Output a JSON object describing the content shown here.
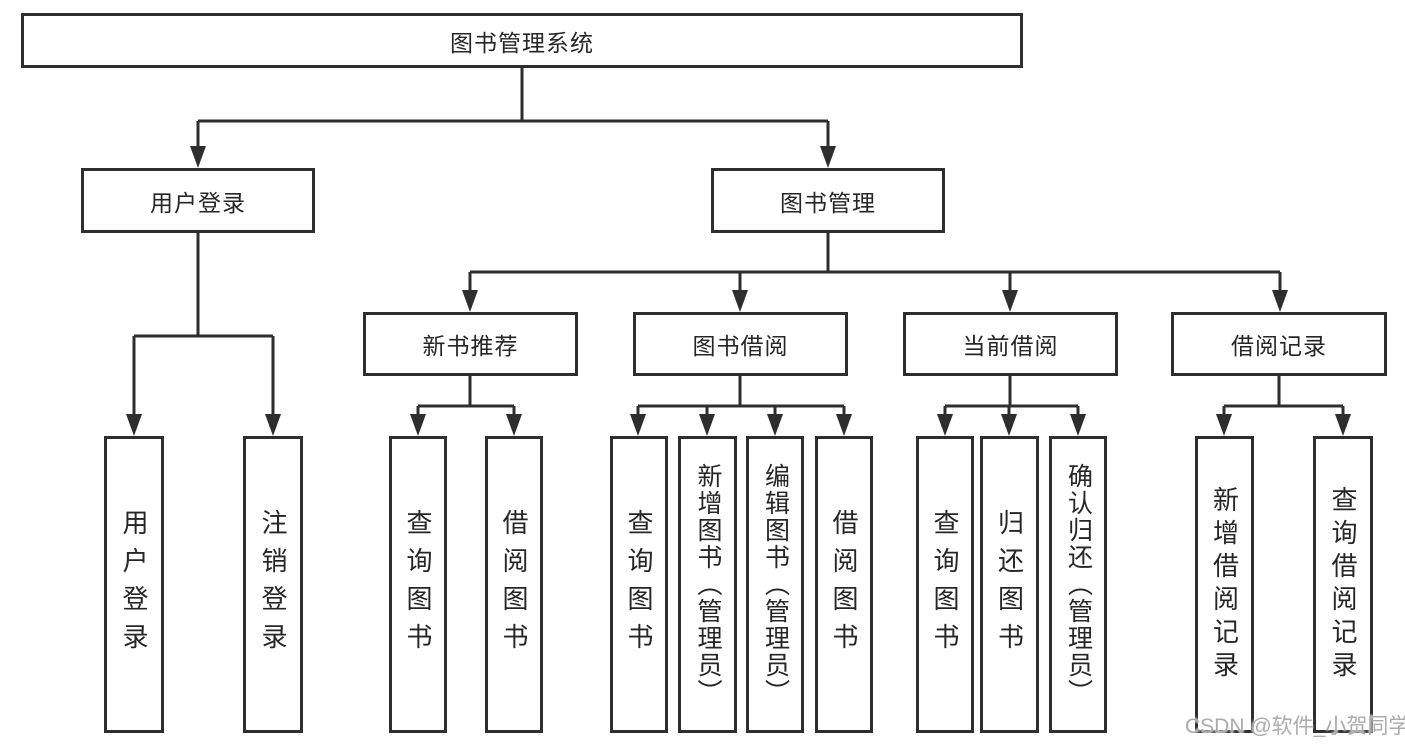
{
  "diagram": {
    "type": "hierarchy-flowchart",
    "tree": {
      "root": {
        "label": "图书管理系统"
      },
      "branches": [
        {
          "label": "用户登录",
          "children": [
            {
              "label": "用户登录"
            },
            {
              "label": "注销登录"
            }
          ]
        },
        {
          "label": "图书管理",
          "children": [
            {
              "label": "新书推荐",
              "children": [
                {
                  "label": "查询图书"
                },
                {
                  "label": "借阅图书"
                }
              ]
            },
            {
              "label": "图书借阅",
              "children": [
                {
                  "label": "查询图书"
                },
                {
                  "label": "新增图书（管理员）"
                },
                {
                  "label": "编辑图书（管理员）"
                },
                {
                  "label": "借阅图书"
                }
              ]
            },
            {
              "label": "当前借阅",
              "children": [
                {
                  "label": "查询图书"
                },
                {
                  "label": "归还图书"
                },
                {
                  "label": "确认归还（管理员）"
                }
              ]
            },
            {
              "label": "借阅记录",
              "children": [
                {
                  "label": "新增借阅记录"
                },
                {
                  "label": "查询借阅记录"
                }
              ]
            }
          ]
        }
      ]
    },
    "colors": {
      "line": "#2e2e2e",
      "box_border": "#2e2e2e",
      "text": "#262626",
      "background": "#ffffff",
      "watermark_text_color": "#ababab"
    }
  },
  "watermark": {
    "label": "CSDN @软件_小贺同学"
  }
}
